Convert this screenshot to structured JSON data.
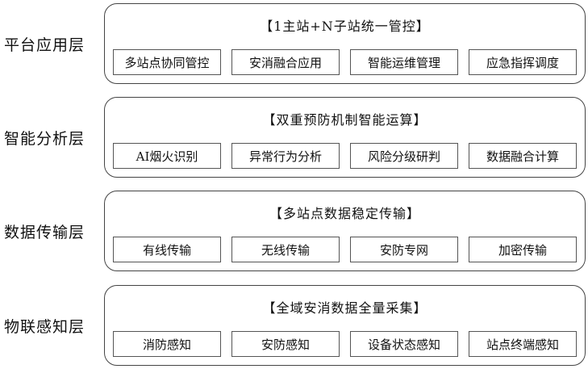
{
  "layers": [
    {
      "label": "平台应用层",
      "title": "【1主站+N子站统一管控】",
      "boxes": [
        "多站点协同管控",
        "安消融合应用",
        "智能运维管理",
        "应急指挥调度"
      ]
    },
    {
      "label": "智能分析层",
      "title": "【双重预防机制智能运算】",
      "boxes": [
        "AI烟火识别",
        "异常行为分析",
        "风险分级研判",
        "数据融合计算"
      ]
    },
    {
      "label": "数据传输层",
      "title": "【多站点数据稳定传输】",
      "boxes": [
        "有线传输",
        "无线传输",
        "安防专网",
        "加密传输"
      ]
    },
    {
      "label": "物联感知层",
      "title": "【全域安消数据全量采集】",
      "boxes": [
        "消防感知",
        "安防感知",
        "设备状态感知",
        "站点终端感知"
      ]
    }
  ]
}
